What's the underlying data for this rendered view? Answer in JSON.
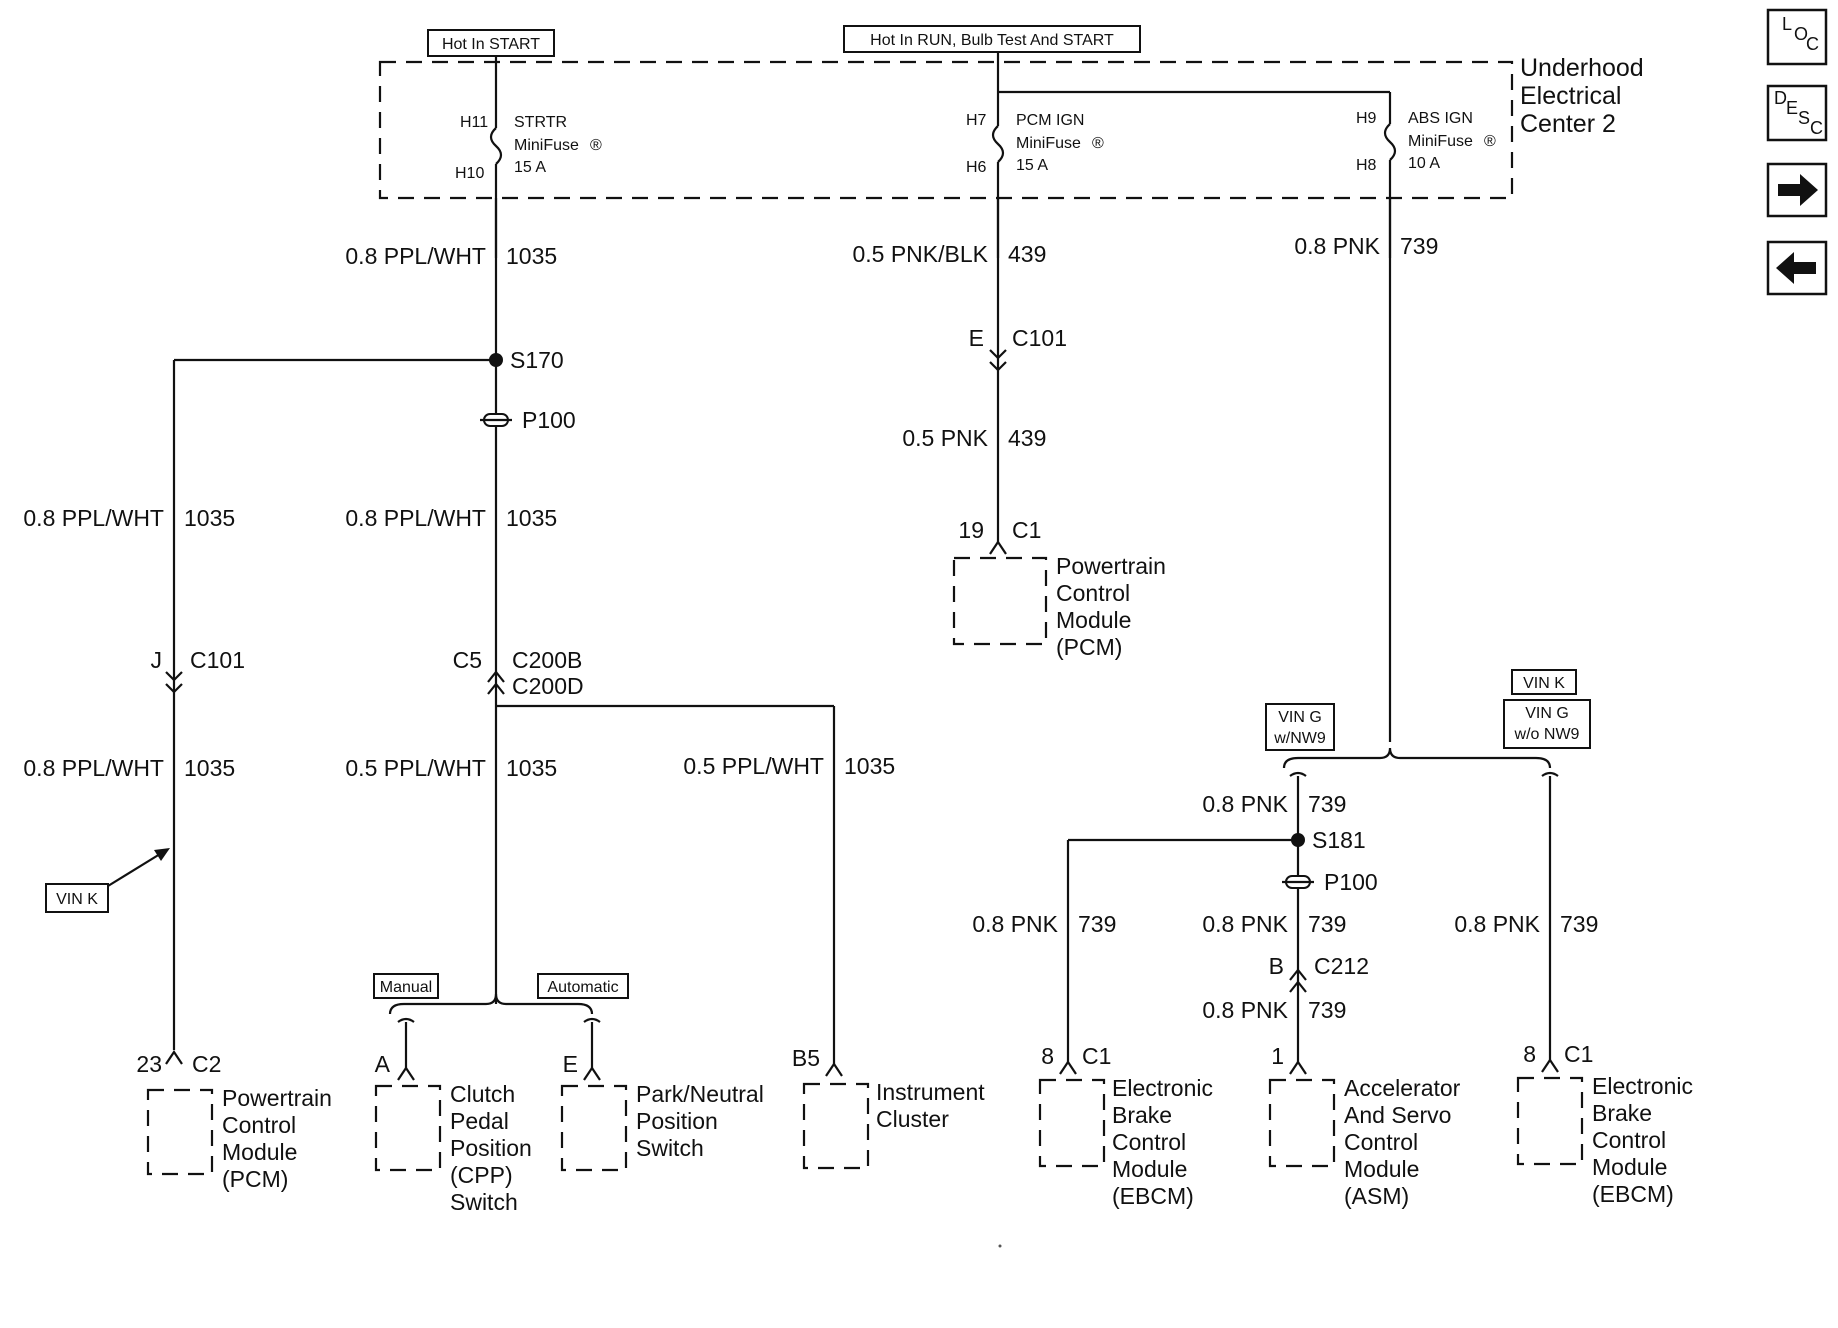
{
  "header_tags": {
    "hot_start": "Hot In START",
    "hot_run": "Hot In RUN, Bulb Test And START"
  },
  "uec": {
    "title_line1": "Underhood",
    "title_line2": "Electrical",
    "title_line3": "Center 2",
    "fuses": [
      {
        "top_pin": "H11",
        "bottom_pin": "H10",
        "name": "STRTR",
        "type": "MiniFuse",
        "rating": "15 A",
        "symbol": "®"
      },
      {
        "top_pin": "H7",
        "bottom_pin": "H6",
        "name": "PCM IGN",
        "type": "MiniFuse",
        "rating": "15 A",
        "symbol": "®"
      },
      {
        "top_pin": "H9",
        "bottom_pin": "H8",
        "name": "ABS IGN",
        "type": "MiniFuse",
        "rating": "10 A",
        "symbol": "®"
      }
    ]
  },
  "wires": {
    "w1035_top": {
      "gauge_color": "0.8 PPL/WHT",
      "circuit": "1035"
    },
    "w1035_left_upper": {
      "gauge_color": "0.8 PPL/WHT",
      "circuit": "1035"
    },
    "w1035_left_lower": {
      "gauge_color": "0.8 PPL/WHT",
      "circuit": "1035"
    },
    "w1035_mid_upper": {
      "gauge_color": "0.8 PPL/WHT",
      "circuit": "1035"
    },
    "w1035_mid_lower": {
      "gauge_color": "0.5 PPL/WHT",
      "circuit": "1035"
    },
    "w1035_cluster": {
      "gauge_color": "0.5 PPL/WHT",
      "circuit": "1035"
    },
    "w439_upper": {
      "gauge_color": "0.5 PNK/BLK",
      "circuit": "439"
    },
    "w439_lower": {
      "gauge_color": "0.5 PNK",
      "circuit": "439"
    },
    "w739_top": {
      "gauge_color": "0.8 PNK",
      "circuit": "739"
    },
    "w739_s181": {
      "gauge_color": "0.8 PNK",
      "circuit": "739"
    },
    "w739_ebcm_left": {
      "gauge_color": "0.8 PNK",
      "circuit": "739"
    },
    "w739_asm_upper": {
      "gauge_color": "0.8 PNK",
      "circuit": "739"
    },
    "w739_asm_lower": {
      "gauge_color": "0.8 PNK",
      "circuit": "739"
    },
    "w739_ebcm_right": {
      "gauge_color": "0.8 PNK",
      "circuit": "739"
    }
  },
  "splices": {
    "s170": "S170",
    "s181": "S181"
  },
  "passthroughs": {
    "p100_left": "P100",
    "p100_right": "P100"
  },
  "connectors": {
    "c101_left": {
      "pin": "J",
      "name": "C101"
    },
    "c101_mid": {
      "pin": "E",
      "name": "C101"
    },
    "c200": {
      "pin": "C5",
      "name1": "C200B",
      "name2": "C200D"
    },
    "c212": {
      "pin": "B",
      "name": "C212"
    },
    "pcm_left": {
      "pin": "23",
      "name": "C2"
    },
    "pcm_mid": {
      "pin": "19",
      "name": "C1"
    },
    "cpp": {
      "pin": "A"
    },
    "pnp": {
      "pin": "E"
    },
    "cluster": {
      "pin": "B5"
    },
    "ebcm_left": {
      "pin": "8",
      "name": "C1"
    },
    "asm": {
      "pin": "1"
    },
    "ebcm_right": {
      "pin": "8",
      "name": "C1"
    }
  },
  "options": {
    "vin_k_left": "VIN K",
    "vin_k_right": "VIN K",
    "vin_g_nw9_1": "VIN G",
    "vin_g_nw9_2": "w/NW9",
    "vin_g_wo_1": "VIN G",
    "vin_g_wo_2": "w/o NW9",
    "manual": "Manual",
    "automatic": "Automatic"
  },
  "components": {
    "pcm_left": [
      "Powertrain",
      "Control",
      "Module",
      "(PCM)"
    ],
    "pcm_mid": [
      "Powertrain",
      "Control",
      "Module",
      "(PCM)"
    ],
    "cpp": [
      "Clutch",
      "Pedal",
      "Position",
      "(CPP)",
      "Switch"
    ],
    "pnp": [
      "Park/Neutral",
      "Position",
      "Switch"
    ],
    "cluster": [
      "Instrument",
      "Cluster"
    ],
    "ebcm_left": [
      "Electronic",
      "Brake",
      "Control",
      "Module",
      "(EBCM)"
    ],
    "asm": [
      "Accelerator",
      "And Servo",
      "Control",
      "Module",
      "(ASM)"
    ],
    "ebcm_right": [
      "Electronic",
      "Brake",
      "Control",
      "Module",
      "(EBCM)"
    ]
  },
  "nav": {
    "loc": {
      "l1": "L",
      "l2": "O",
      "l3": "C"
    },
    "desc": {
      "l1": "D",
      "l2": "E",
      "l3": "S",
      "l4": "C"
    },
    "next_icon": "arrow-right-icon",
    "prev_icon": "arrow-left-icon"
  }
}
